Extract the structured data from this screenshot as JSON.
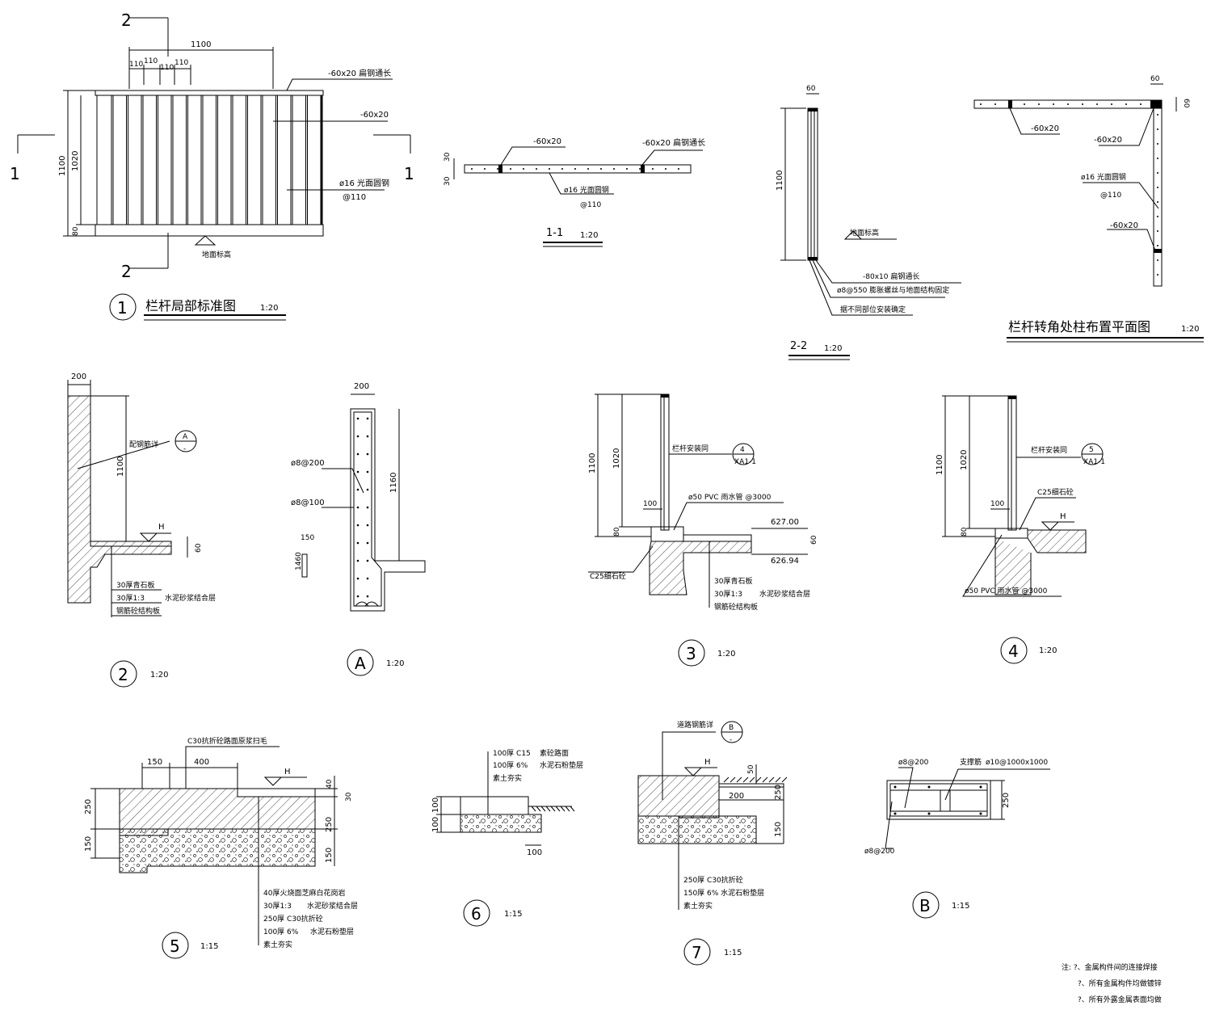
{
  "d1": {
    "cut_top": "2",
    "cut_bottom": "2",
    "cut_left": "1",
    "cut_right": "1",
    "dim_1100_top": "1100",
    "dim_110_a": "110",
    "dim_110_b": "110",
    "dim_110_c": "110",
    "dim_110_d": "110",
    "dim_1100_side": "1100",
    "dim_1020": "1020",
    "dim_80": "80",
    "note_flat_steel_long": "-60x20 扁钢通长",
    "note_flat_steel": "-60x20",
    "note_round_bar": "ø16 光面圆钢",
    "note_spacing": "@110",
    "ground_mark": "地面标高",
    "title_no": "1",
    "title": "栏杆局部标准图",
    "scale": "1:20"
  },
  "s11": {
    "dim_30a": "30",
    "dim_30b": "30",
    "note_a": "-60x20",
    "note_b": "-60x20 扁钢通长",
    "note_bar": "ø16 光面圆钢",
    "note_spacing": "@110",
    "title": "1-1",
    "scale": "1:20"
  },
  "s22": {
    "dim_60": "60",
    "dim_1100": "1100",
    "ground": "地面标高",
    "note_flat": "-80x10 扁钢通长",
    "note_bolt": "ø8@550 膨胀螺丝与地面结构固定",
    "note_site": "据不同部位安装确定",
    "title": "2-2",
    "scale": "1:20"
  },
  "corner": {
    "dim_60a": "60",
    "dim_60b": "60",
    "note_a": "-60x20",
    "note_b": "-60x20",
    "note_bar": "ø16 光面圆钢",
    "note_spacing": "@110",
    "note_c": "-60x20",
    "title": "栏杆转角处柱布置平面图",
    "scale": "1:20"
  },
  "d2": {
    "dim_200": "200",
    "dim_1100": "1100",
    "dim_60": "60",
    "note_rebar": "配钢筋详",
    "ref_top": "A",
    "ref_bottom": "-",
    "level": "H",
    "layer1": "30厚青石板",
    "layer2": "30厚1:3",
    "layer2b": "水泥砂浆结合层",
    "layer3": "钢筋砼结构板",
    "title_no": "2",
    "scale": "1:20"
  },
  "dA": {
    "dim_200": "200",
    "bar1": "ø8@200",
    "bar2": "ø8@100",
    "dim_1160": "1160",
    "small_150": "150",
    "small_1460": "1460",
    "title_no": "A",
    "scale": "1:20"
  },
  "d3": {
    "dim_1100": "1100",
    "dim_1020": "1020",
    "dim_80": "80",
    "dim_100": "100",
    "note_install": "栏杆安装同",
    "ref_top": "4",
    "ref_bottom": "XA1-1",
    "note_pvc": "ø50 PVC 雨水管 @3000",
    "lvl_a": "627.00",
    "lvl_b": "626.94",
    "dim_60": "60",
    "note_c25": "C25细石砼",
    "layer1": "30厚青石板",
    "layer2": "30厚1:3",
    "layer2b": "水泥砂浆结合层",
    "layer3": "钢筋砼结构板",
    "title_no": "3",
    "scale": "1:20"
  },
  "d4": {
    "dim_1100": "1100",
    "dim_1020": "1020",
    "dim_80": "80",
    "dim_100": "100",
    "note_install": "栏杆安装同",
    "ref_top": "5",
    "ref_bottom": "XA1-1",
    "note_c25": "C25细石砼",
    "level": "H",
    "note_pvc": "ø50 PVC 雨水管 @3000",
    "title_no": "4",
    "scale": "1:20"
  },
  "d5": {
    "note_top": "C30抗折砼路面原浆扫毛",
    "dim_150": "150",
    "dim_400": "400",
    "level": "H",
    "dim_40": "40",
    "dim_30": "30",
    "dim_250r": "250",
    "dim_150r": "150",
    "dim_250l": "250",
    "dim_150l": "150",
    "layer1": "40厚火烧面芝麻白花岗岩",
    "layer2": "30厚1:3",
    "layer2b": "水泥砂浆结合层",
    "layer3": "250厚 C30抗折砼",
    "layer4": "100厚 6%",
    "layer4b": "水泥石粉垫层",
    "layer5": "素土夯实",
    "title_no": "5",
    "scale": "1:15"
  },
  "d6": {
    "layer1": "100厚 C15",
    "layer1b": "素砼路面",
    "layer2": "100厚 6%",
    "layer2b": "水泥石粉垫层",
    "layer3": "素土夯实",
    "dim_100a": "100",
    "dim_100b": "100",
    "dim_100c": "100",
    "title_no": "6",
    "scale": "1:15"
  },
  "d7": {
    "note_rebar": "道路钢筋详",
    "ref_top": "B",
    "ref_bottom": "-",
    "level": "H",
    "dim_50": "50",
    "dim_200": "200",
    "dim_250": "250",
    "dim_150": "150",
    "layer1": "250厚 C30抗折砼",
    "layer2": "150厚 6% 水泥石粉垫层",
    "layer3": "素土夯实",
    "title_no": "7",
    "scale": "1:15"
  },
  "dB": {
    "bar_top": "ø8@200",
    "note_support": "支撑筋",
    "support_spec": "ø10@1000x1000",
    "dim_250": "250",
    "bar_bottom": "ø8@200",
    "title_no": "B",
    "scale": "1:15"
  },
  "notes": {
    "n1": "注: ?、金属构件间的连接焊接",
    "n2": "?、所有金属构件均做镀锌",
    "n3": "?、所有外露金属表面均做"
  }
}
